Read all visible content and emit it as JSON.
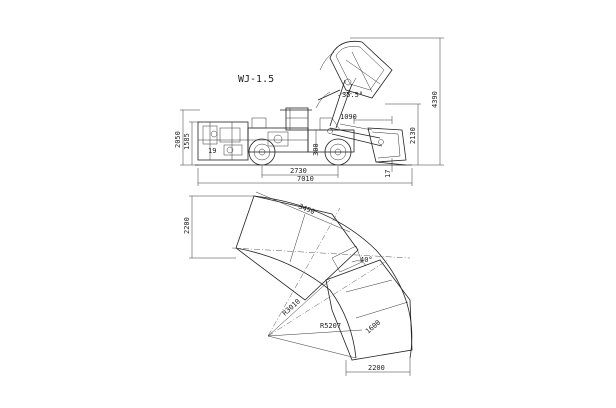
{
  "title": "WJ-1.5",
  "side_view": {
    "angle_label": "35.5°",
    "dims": {
      "overall_height": "4390",
      "cab_height": "2050",
      "mid_height": "1585",
      "lift_height": "2130",
      "reach": "1090",
      "ground_clear": "300",
      "bucket_dim": "17",
      "left_small": "19",
      "wheelbase": "2730",
      "length": "7010"
    }
  },
  "plan_view": {
    "dims": {
      "width_top": "2200",
      "diag": "3490",
      "angle": "40°",
      "r_inner": "R3010",
      "r_outer": "R5207",
      "w_inner": "1600",
      "w_bottom": "2200"
    }
  }
}
